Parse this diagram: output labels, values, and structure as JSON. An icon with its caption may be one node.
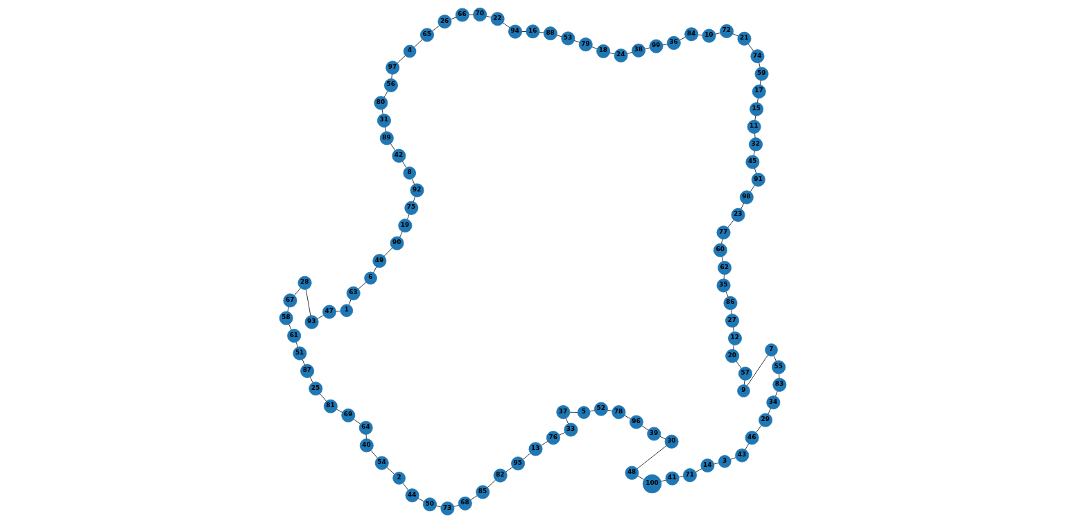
{
  "diagram": {
    "nodes": [
      {
        "text": [
          "1"
        ]
      },
      {
        "text": [
          "2"
        ]
      },
      {
        "text": [
          "3"
        ]
      },
      {
        "text": [
          "4"
        ]
      },
      {
        "text": [
          "5"
        ]
      },
      {
        "text": [
          "6"
        ]
      },
      {
        "text": [
          "7"
        ]
      },
      {
        "text": [
          "8"
        ]
      },
      {
        "text": [
          "9"
        ]
      },
      {
        "text": [
          "10"
        ]
      },
      {
        "text": [
          "11"
        ]
      },
      {
        "text": [
          "12"
        ]
      },
      {
        "text": [
          "13"
        ]
      },
      {
        "text": [
          "14"
        ]
      },
      {
        "text": [
          "15"
        ]
      },
      {
        "text": [
          "16"
        ]
      },
      {
        "text": [
          "17"
        ]
      },
      {
        "text": [
          "18"
        ]
      },
      {
        "text": [
          "19"
        ]
      },
      {
        "text": [
          "20"
        ]
      },
      {
        "text": [
          "21"
        ]
      },
      {
        "text": [
          "22"
        ]
      },
      {
        "text": [
          "23"
        ]
      },
      {
        "text": [
          "24"
        ]
      },
      {
        "text": [
          "25"
        ]
      },
      {
        "text": [
          "26"
        ]
      },
      {
        "text": [
          "27"
        ]
      },
      {
        "text": [
          "28"
        ]
      },
      {
        "text": [
          "29"
        ]
      },
      {
        "text": [
          "30"
        ]
      },
      {
        "text": [
          "31"
        ]
      },
      {
        "text": [
          "32"
        ]
      },
      {
        "text": [
          "33"
        ]
      },
      {
        "text": [
          "34"
        ]
      },
      {
        "text": [
          "35"
        ]
      },
      {
        "text": [
          "36"
        ]
      },
      {
        "text": [
          "37"
        ]
      },
      {
        "text": [
          "38"
        ]
      },
      {
        "text": [
          "39"
        ]
      },
      {
        "text": [
          "40"
        ]
      },
      {
        "text": [
          "41"
        ]
      },
      {
        "text": [
          "42"
        ]
      },
      {
        "text": [
          "43"
        ]
      },
      {
        "text": [
          "44"
        ]
      },
      {
        "text": [
          "45"
        ]
      },
      {
        "text": [
          "46"
        ]
      },
      {
        "text": [
          "47"
        ]
      },
      {
        "text": [
          "48"
        ]
      },
      {
        "text": [
          "49"
        ]
      },
      {
        "text": [
          "50"
        ]
      },
      {
        "text": [
          "51"
        ]
      },
      {
        "text": [
          "52"
        ]
      },
      {
        "text": [
          "53"
        ]
      },
      {
        "text": [
          "54"
        ]
      },
      {
        "text": [
          "55"
        ]
      },
      {
        "text": [
          "56"
        ]
      },
      {
        "text": [
          "57"
        ]
      },
      {
        "text": [
          "58"
        ]
      },
      {
        "text": [
          "59"
        ]
      },
      {
        "text": [
          "60"
        ]
      },
      {
        "text": [
          "61"
        ]
      },
      {
        "text": [
          "62"
        ]
      },
      {
        "text": [
          "63"
        ]
      },
      {
        "text": [
          "64"
        ]
      },
      {
        "text": [
          "65"
        ]
      },
      {
        "text": [
          "66"
        ]
      },
      {
        "text": [
          "67"
        ]
      },
      {
        "text": [
          "68"
        ]
      },
      {
        "text": [
          "69"
        ]
      },
      {
        "text": [
          "70"
        ]
      },
      {
        "text": [
          "71"
        ]
      },
      {
        "text": [
          "72"
        ]
      },
      {
        "text": [
          "73"
        ]
      },
      {
        "text": [
          "74"
        ]
      },
      {
        "text": [
          "75"
        ]
      },
      {
        "text": [
          "76"
        ]
      },
      {
        "text": [
          "77"
        ]
      },
      {
        "text": [
          "78"
        ]
      },
      {
        "text": [
          "79"
        ]
      },
      {
        "text": [
          "80"
        ]
      },
      {
        "text": [
          "81"
        ]
      },
      {
        "text": [
          "82"
        ]
      },
      {
        "text": [
          "83"
        ]
      },
      {
        "text": [
          "84"
        ]
      },
      {
        "text": [
          "85"
        ]
      },
      {
        "text": [
          "86"
        ]
      },
      {
        "text": [
          "87"
        ]
      },
      {
        "text": [
          "88"
        ]
      },
      {
        "text": [
          "89"
        ]
      },
      {
        "text": [
          "90"
        ]
      },
      {
        "text": [
          "91"
        ]
      },
      {
        "text": [
          "92"
        ]
      },
      {
        "text": [
          "93"
        ]
      },
      {
        "text": [
          "94"
        ]
      },
      {
        "text": [
          "95"
        ]
      },
      {
        "text": [
          "96"
        ]
      },
      {
        "text": [
          "97"
        ]
      },
      {
        "text": [
          "98"
        ]
      },
      {
        "text": [
          "99"
        ]
      },
      {
        "text": [
          "100"
        ]
      }
    ],
    "edges": [
      {
        "from": 0,
        "to": 46,
        "arrow": "none"
      },
      {
        "from": 46,
        "to": 92,
        "arrow": "none"
      },
      {
        "from": 92,
        "to": 27,
        "arrow": "none"
      },
      {
        "from": 27,
        "to": 66,
        "arrow": "none"
      },
      {
        "from": 66,
        "to": 57,
        "arrow": "none"
      },
      {
        "from": 57,
        "to": 60,
        "arrow": "none"
      },
      {
        "from": 60,
        "to": 50,
        "arrow": "none"
      },
      {
        "from": 50,
        "to": 86,
        "arrow": "none"
      },
      {
        "from": 86,
        "to": 24,
        "arrow": "none"
      },
      {
        "from": 24,
        "to": 80,
        "arrow": "none"
      },
      {
        "from": 80,
        "to": 68,
        "arrow": "none"
      },
      {
        "from": 68,
        "to": 63,
        "arrow": "none"
      },
      {
        "from": 63,
        "to": 39,
        "arrow": "none"
      },
      {
        "from": 39,
        "to": 53,
        "arrow": "none"
      },
      {
        "from": 53,
        "to": 1,
        "arrow": "none"
      },
      {
        "from": 1,
        "to": 43,
        "arrow": "none"
      },
      {
        "from": 43,
        "to": 49,
        "arrow": "none"
      },
      {
        "from": 49,
        "to": 72,
        "arrow": "none"
      },
      {
        "from": 72,
        "to": 67,
        "arrow": "none"
      },
      {
        "from": 67,
        "to": 84,
        "arrow": "none"
      },
      {
        "from": 84,
        "to": 81,
        "arrow": "none"
      },
      {
        "from": 81,
        "to": 94,
        "arrow": "none"
      },
      {
        "from": 94,
        "to": 12,
        "arrow": "none"
      },
      {
        "from": 12,
        "to": 75,
        "arrow": "none"
      },
      {
        "from": 75,
        "to": 32,
        "arrow": "none"
      },
      {
        "from": 32,
        "to": 36,
        "arrow": "none"
      },
      {
        "from": 36,
        "to": 4,
        "arrow": "none"
      },
      {
        "from": 4,
        "to": 51,
        "arrow": "none"
      },
      {
        "from": 51,
        "to": 77,
        "arrow": "none"
      },
      {
        "from": 77,
        "to": 95,
        "arrow": "none"
      },
      {
        "from": 95,
        "to": 38,
        "arrow": "none"
      },
      {
        "from": 38,
        "to": 29,
        "arrow": "none"
      },
      {
        "from": 29,
        "to": 47,
        "arrow": "none"
      },
      {
        "from": 47,
        "to": 99,
        "arrow": "none"
      },
      {
        "from": 99,
        "to": 40,
        "arrow": "none"
      },
      {
        "from": 40,
        "to": 70,
        "arrow": "none"
      },
      {
        "from": 70,
        "to": 13,
        "arrow": "none"
      },
      {
        "from": 13,
        "to": 2,
        "arrow": "none"
      },
      {
        "from": 2,
        "to": 42,
        "arrow": "none"
      },
      {
        "from": 42,
        "to": 45,
        "arrow": "none"
      },
      {
        "from": 45,
        "to": 28,
        "arrow": "none"
      },
      {
        "from": 28,
        "to": 33,
        "arrow": "none"
      },
      {
        "from": 33,
        "to": 82,
        "arrow": "none"
      },
      {
        "from": 82,
        "to": 54,
        "arrow": "none"
      },
      {
        "from": 54,
        "to": 6,
        "arrow": "none"
      },
      {
        "from": 6,
        "to": 8,
        "arrow": "none"
      },
      {
        "from": 8,
        "to": 56,
        "arrow": "none"
      },
      {
        "from": 56,
        "to": 19,
        "arrow": "none"
      },
      {
        "from": 19,
        "to": 11,
        "arrow": "none"
      },
      {
        "from": 11,
        "to": 26,
        "arrow": "none"
      },
      {
        "from": 26,
        "to": 85,
        "arrow": "none"
      },
      {
        "from": 85,
        "to": 34,
        "arrow": "none"
      },
      {
        "from": 34,
        "to": 61,
        "arrow": "none"
      },
      {
        "from": 61,
        "to": 59,
        "arrow": "none"
      },
      {
        "from": 59,
        "to": 76,
        "arrow": "none"
      },
      {
        "from": 76,
        "to": 22,
        "arrow": "none"
      },
      {
        "from": 22,
        "to": 97,
        "arrow": "none"
      },
      {
        "from": 97,
        "to": 90,
        "arrow": "none"
      },
      {
        "from": 90,
        "to": 44,
        "arrow": "none"
      },
      {
        "from": 44,
        "to": 31,
        "arrow": "none"
      },
      {
        "from": 31,
        "to": 10,
        "arrow": "none"
      },
      {
        "from": 10,
        "to": 14,
        "arrow": "none"
      },
      {
        "from": 14,
        "to": 16,
        "arrow": "none"
      },
      {
        "from": 16,
        "to": 58,
        "arrow": "none"
      },
      {
        "from": 58,
        "to": 73,
        "arrow": "none"
      },
      {
        "from": 73,
        "to": 20,
        "arrow": "none"
      },
      {
        "from": 20,
        "to": 71,
        "arrow": "none"
      },
      {
        "from": 71,
        "to": 9,
        "arrow": "none"
      },
      {
        "from": 9,
        "to": 83,
        "arrow": "none"
      },
      {
        "from": 83,
        "to": 35,
        "arrow": "none"
      },
      {
        "from": 35,
        "to": 98,
        "arrow": "none"
      },
      {
        "from": 98,
        "to": 37,
        "arrow": "none"
      },
      {
        "from": 37,
        "to": 23,
        "arrow": "none"
      },
      {
        "from": 23,
        "to": 17,
        "arrow": "none"
      },
      {
        "from": 17,
        "to": 78,
        "arrow": "none"
      },
      {
        "from": 78,
        "to": 52,
        "arrow": "none"
      },
      {
        "from": 52,
        "to": 87,
        "arrow": "none"
      },
      {
        "from": 87,
        "to": 15,
        "arrow": "none"
      },
      {
        "from": 15,
        "to": 93,
        "arrow": "none"
      },
      {
        "from": 93,
        "to": 21,
        "arrow": "none"
      },
      {
        "from": 21,
        "to": 69,
        "arrow": "none"
      },
      {
        "from": 69,
        "to": 65,
        "arrow": "none"
      },
      {
        "from": 65,
        "to": 25,
        "arrow": "none"
      },
      {
        "from": 25,
        "to": 64,
        "arrow": "none"
      },
      {
        "from": 64,
        "to": 3,
        "arrow": "none"
      },
      {
        "from": 3,
        "to": 96,
        "arrow": "none"
      },
      {
        "from": 96,
        "to": 55,
        "arrow": "none"
      },
      {
        "from": 55,
        "to": 79,
        "arrow": "none"
      },
      {
        "from": 79,
        "to": 30,
        "arrow": "none"
      },
      {
        "from": 30,
        "to": 88,
        "arrow": "none"
      },
      {
        "from": 88,
        "to": 41,
        "arrow": "none"
      },
      {
        "from": 41,
        "to": 7,
        "arrow": "none"
      },
      {
        "from": 7,
        "to": 91,
        "arrow": "none"
      },
      {
        "from": 91,
        "to": 74,
        "arrow": "none"
      },
      {
        "from": 74,
        "to": 18,
        "arrow": "none"
      },
      {
        "from": 18,
        "to": 89,
        "arrow": "none"
      },
      {
        "from": 89,
        "to": 48,
        "arrow": "none"
      },
      {
        "from": 48,
        "to": 5,
        "arrow": "none"
      },
      {
        "from": 5,
        "to": 62,
        "arrow": "none"
      },
      {
        "from": 62,
        "to": 0,
        "arrow": "none"
      }
    ]
  }
}
